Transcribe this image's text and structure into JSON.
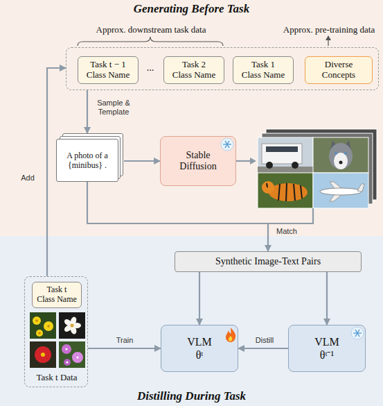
{
  "diagram": {
    "nodes": [
      {
        "text": [
          "Generating Before Task"
        ]
      },
      {
        "text": [
          "Approx. downstream task data",
          "Approx. pre-training data"
        ],
        "in": 0
      },
      {
        "text": [
          "Task t − 1 Class Name"
        ],
        "in": 1
      },
      {
        "text": [
          "Task 2 Class Name"
        ],
        "in": 1
      },
      {
        "text": [
          "Task 1 Class Name"
        ],
        "in": 1
      },
      {
        "text": [
          "Diverse Concepts"
        ],
        "in": 1
      },
      {
        "text": [
          "A photo of a {minibus} ."
        ],
        "in": 0
      },
      {
        "text": [
          "Stable Diffusion"
        ],
        "in": 0
      },
      {
        "text": [
          "Distilling During Task"
        ]
      },
      {
        "text": [
          "Task t Data"
        ],
        "in": 8
      },
      {
        "text": [
          "Task t Class Name"
        ],
        "in": 9
      },
      {
        "text": [
          "Synthetic Image-Text Pairs"
        ],
        "in": 8
      },
      {
        "text": [
          "VLM",
          "θᵗ"
        ],
        "in": 8
      },
      {
        "text": [
          "VLM",
          "θᵗ⁻¹"
        ],
        "in": 8
      }
    ],
    "edges": [
      {
        "from": 9,
        "to": 1,
        "arrow": "to",
        "label": "Add"
      },
      {
        "from": 1,
        "to": 6,
        "arrow": "to",
        "label": "Sample & Template"
      },
      {
        "from": 6,
        "to": 7,
        "arrow": "to"
      },
      {
        "from": 6,
        "to": 11,
        "arrow": "to",
        "label": "Match"
      },
      {
        "from": 11,
        "to": 12,
        "arrow": "to"
      },
      {
        "from": 11,
        "to": 13,
        "arrow": "to"
      },
      {
        "from": 9,
        "to": 12,
        "arrow": "to",
        "label": "Train"
      },
      {
        "from": 13,
        "to": 12,
        "arrow": "to",
        "label": "Distill"
      }
    ],
    "labels": [
      "..."
    ]
  }
}
